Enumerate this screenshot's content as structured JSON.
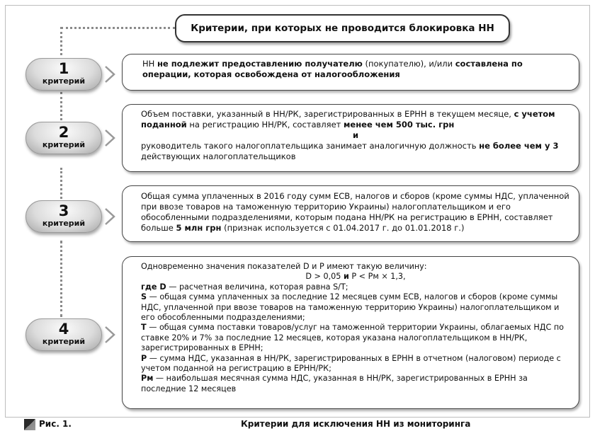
{
  "header": {
    "title": "Критерии, при которых не проводится блокировка НН"
  },
  "criteria": [
    {
      "number": "1",
      "label": "критерий",
      "text": [
        {
          "t": "НН ",
          "b": false
        },
        {
          "t": "не подлежит предоставлению получателю",
          "b": true
        },
        {
          "t": " (покупателю), и/или ",
          "b": false
        },
        {
          "t": "составлена по операции, которая освобождена от налогообложения",
          "b": true
        }
      ]
    },
    {
      "number": "2",
      "label": "критерий",
      "text1": [
        {
          "t": "Объем поставки, указанный в НН/РК, зарегистрированных в ЕРНН в текущем месяце, ",
          "b": false
        },
        {
          "t": "с учетом по­данной",
          "b": true
        },
        {
          "t": " на регистрацию НН/РК, составляет ",
          "b": false
        },
        {
          "t": "менее чем 500 тыс. грн",
          "b": true
        }
      ],
      "conj": "и",
      "text2": [
        {
          "t": "руководитель такого налогоплательщика занимает аналогичную должность ",
          "b": false
        },
        {
          "t": "не более чем у 3",
          "b": true
        },
        {
          "t": " дейст­вующих налогоплательщиков",
          "b": false
        }
      ]
    },
    {
      "number": "3",
      "label": "критерий",
      "text": [
        {
          "t": "Общая сумма уплаченных в 2016 году сумм ЕСВ, налогов и сборов (кроме суммы НДС, уплаченной при ввозе товаров на таможенную территорию Украины) налогоплательщиком и его обособленными подразделениями, которым подана НН/РК на регистрацию в ЕРНН, составляет больше ",
          "b": false
        },
        {
          "t": "5 млн грн",
          "b": true
        },
        {
          "t": " (признак используется с 01.04.2017 г. до 01.01.2018 г.)",
          "b": false
        }
      ]
    },
    {
      "number": "4",
      "label": "критерий",
      "intro": "Одновременно значения показателей D и P имеют такую величину:",
      "formula_a": "D > 0,05 ",
      "formula_and": "и",
      "formula_b": " P < Pм × 1,3,",
      "defs": [
        {
          "k": "где D",
          "v": " — расчетная величина, которая равна S/T;"
        },
        {
          "k": "S",
          "v": " — общая сумма уплаченных за последние 12 месяцев сумм ЕСВ, налогов и сборов (кроме суммы НДС, уплаченной при ввозе товаров на таможенную территорию Украины) налогоплательщиком и его обособленными подразделениями;"
        },
        {
          "k": "T",
          "v": " — общая сумма поставки товаров/услуг на таможенной территории Украины, облагаемых НДС по ставке 20% и 7% за последние 12 месяцев, которая указана налогоплательщиком в НН/РК, зарегистрированных в ЕРНН;"
        },
        {
          "k": "P",
          "v": " — сумма НДС, указанная в НН/РК, зарегистрированных в ЕРНН в отчетном (налоговом) периоде с учетом поданной на регистрацию в ЕРНН/РК;"
        },
        {
          "k": "Pм",
          "v": " — наибольшая месячная сумма НДС, указанная в НН/РК, зарегистрированных в ЕРНН за последние 12 месяцев"
        }
      ]
    }
  ],
  "footer": {
    "figure_label": "Рис. 1.",
    "caption": "Критерии для исключения НН из мониторинга"
  }
}
